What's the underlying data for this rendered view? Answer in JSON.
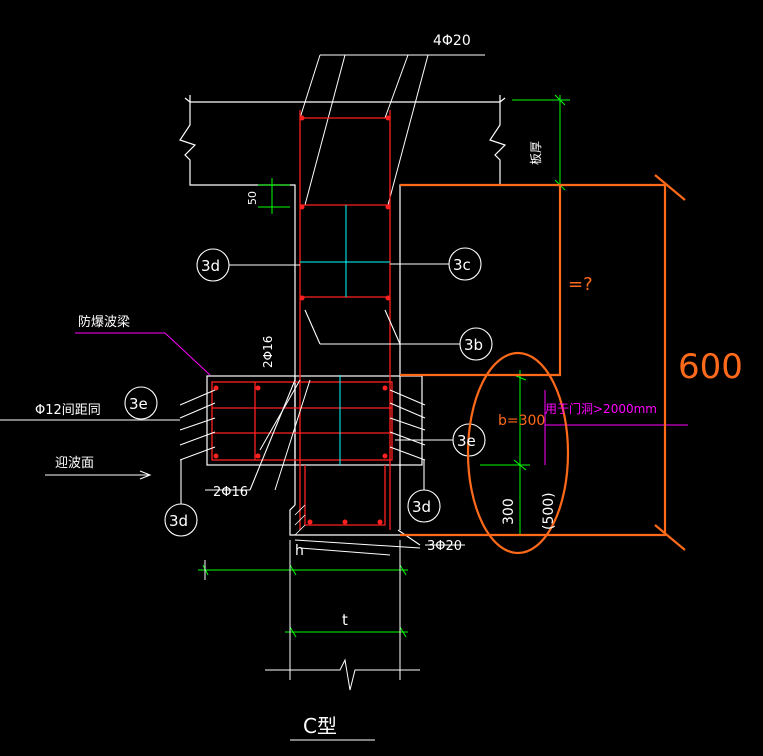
{
  "drawing": {
    "rebar_top": "4Φ20",
    "slab_thickness": "板厚",
    "dim_50": "50",
    "section_3d_left": "3d",
    "section_3c": "3c",
    "section_3b": "3b",
    "section_3e_left": "3e",
    "section_3e_right": "3e",
    "section_3d_bottom_left": "3d",
    "section_3d_bottom_right": "3d",
    "blast_beam": "防爆波梁",
    "rebar_2phi16_vertical": "2Φ16",
    "rebar_phi12_spacing": "Φ12间距同",
    "wave_face": "迎波面",
    "rebar_2phi16_bottom": "2Φ16",
    "rebar_3phi20": "3Φ20",
    "dim_h": "h",
    "dim_t": "t",
    "dim_b_300": "b=300",
    "dim_300": "300",
    "dim_500": "(500)",
    "note_door": "用于门洞>2000mm",
    "question": "=?",
    "big_600": "600",
    "type_title": "C型"
  },
  "colors": {
    "background": "#000000",
    "line_white": "#ffffff",
    "rebar_red": "#ff2020",
    "dim_green": "#00ff00",
    "annotation_orange": "#ff6a1a",
    "note_magenta": "#ff00ff",
    "stirrup_cyan": "#00ffff"
  }
}
